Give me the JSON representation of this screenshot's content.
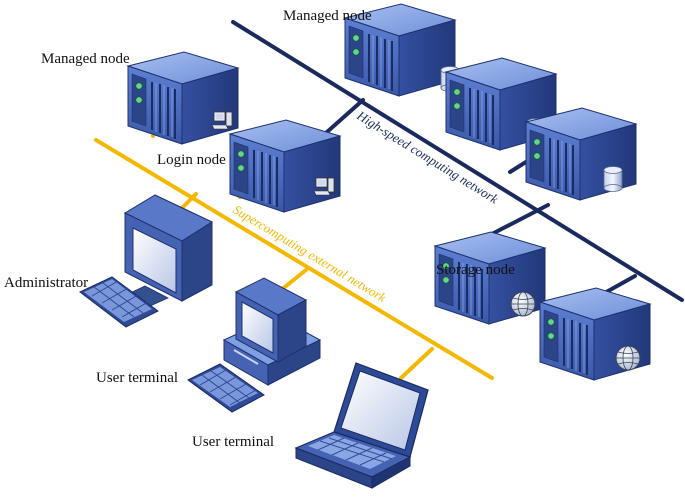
{
  "labels": {
    "managed_node_top": "Managed node",
    "managed_node_left": "Managed node",
    "login_node": "Login node",
    "storage_node": "Storage node",
    "administrator": "Administrator",
    "user_terminal_desktop": "User terminal",
    "user_terminal_laptop": "User terminal"
  },
  "networks": {
    "high_speed": "High-speed computing network",
    "external": "Supercomputing external network"
  },
  "colors": {
    "high_speed_line": "#1b2a5e",
    "external_line": "#f5b800",
    "server_front": "#4f6fc0",
    "server_top": "#7f9fe2",
    "server_side": "#2d478e",
    "led": "#5fd88a"
  },
  "icons": {
    "server": "rack-server-icon",
    "storage": "storage-cylinder-icon",
    "globe": "globe-icon",
    "pc": "small-pc-icon",
    "monitor": "crt-monitor-icon",
    "keyboard": "keyboard-icon",
    "laptop": "laptop-icon"
  }
}
